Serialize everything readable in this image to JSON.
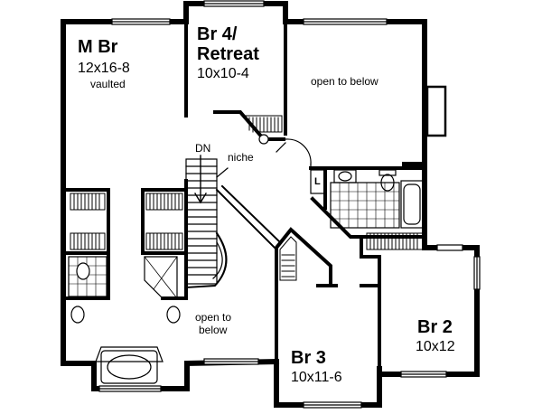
{
  "rooms": {
    "master": {
      "name": "M Br",
      "size": "12x16-8",
      "note": "vaulted"
    },
    "br4": {
      "name_line1": "Br 4/",
      "name_line2": "Retreat",
      "size": "10x10-4"
    },
    "br2": {
      "name": "Br 2",
      "size": "10x12"
    },
    "br3": {
      "name": "Br 3",
      "size": "10x11-6"
    }
  },
  "annotations": {
    "open_to_below_top": "open to below",
    "open_to_below_left_line1": "open to",
    "open_to_below_left_line2": "below",
    "stair_dn": "DN",
    "niche": "niche",
    "linen": "L"
  }
}
